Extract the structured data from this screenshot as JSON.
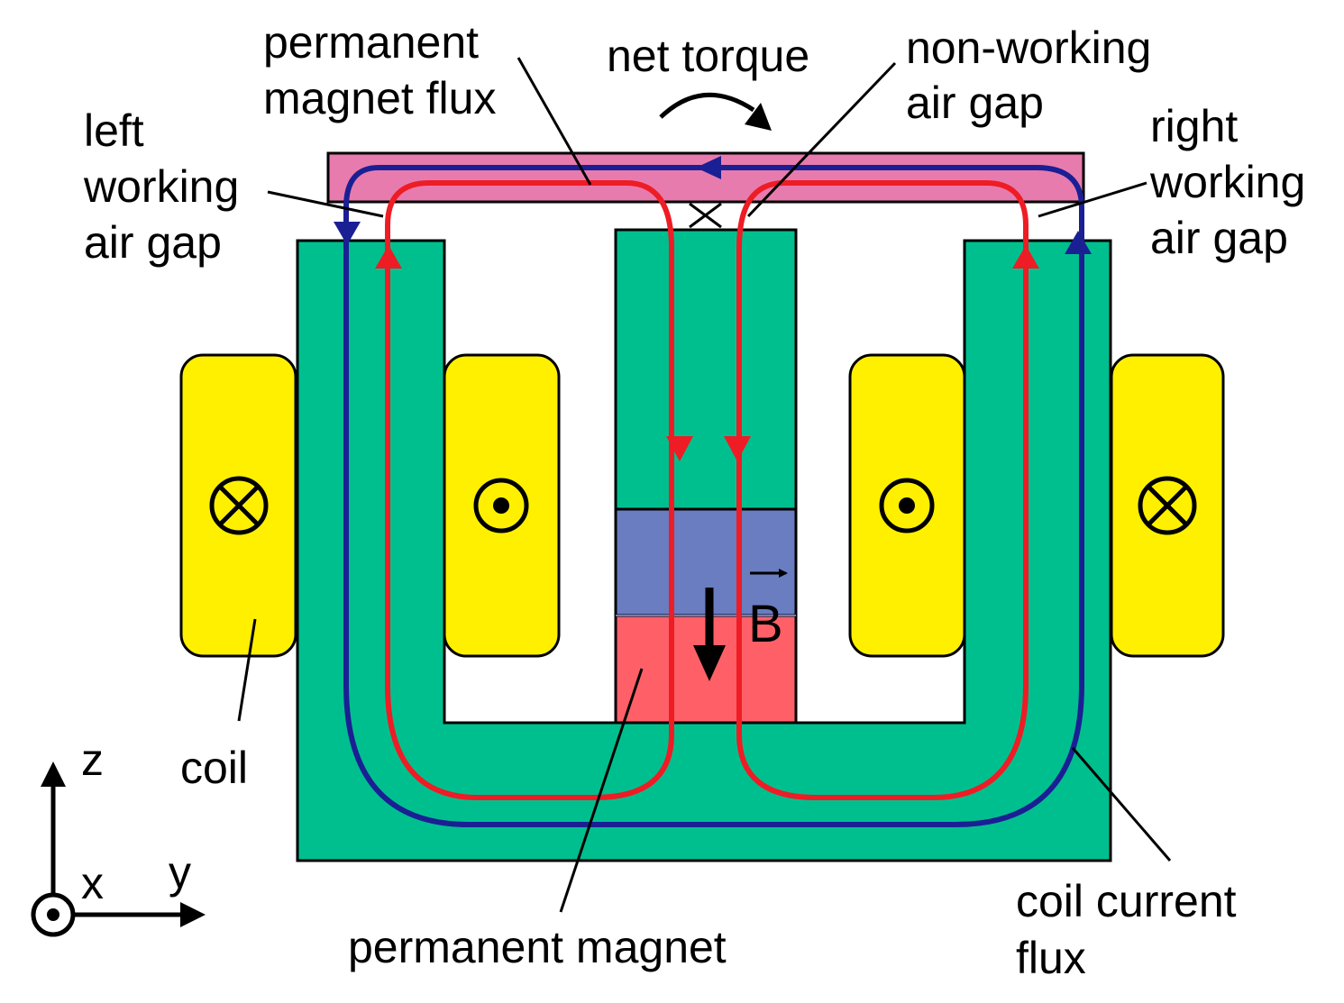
{
  "labels": {
    "permanent_magnet_flux": [
      "permanent",
      "magnet flux"
    ],
    "net_torque": "net torque",
    "non_working_air_gap": [
      "non-working",
      "air gap"
    ],
    "left_working_air_gap": [
      "left",
      "working",
      "air gap"
    ],
    "right_working_air_gap": [
      "right",
      "working",
      "air gap"
    ],
    "coil": "coil",
    "coil_current_flux": [
      "coil current",
      "flux"
    ],
    "permanent_magnet": "permanent magnet",
    "magnetization_vector": "B",
    "axes": {
      "z": "z",
      "y": "y",
      "x": "x"
    }
  },
  "colors": {
    "core": "#00BF8F",
    "coil": "#FFF000",
    "rotor_plate": "#E87BAE",
    "magnet_north": "#6A7DC1",
    "magnet_south": "#FF6068",
    "pm_flux": "#EE1C24",
    "coil_flux": "#1B1F94",
    "line": "#000000",
    "background": "#FFFFFF"
  },
  "coil_current_symbols": [
    "cross",
    "dot",
    "dot",
    "cross"
  ]
}
